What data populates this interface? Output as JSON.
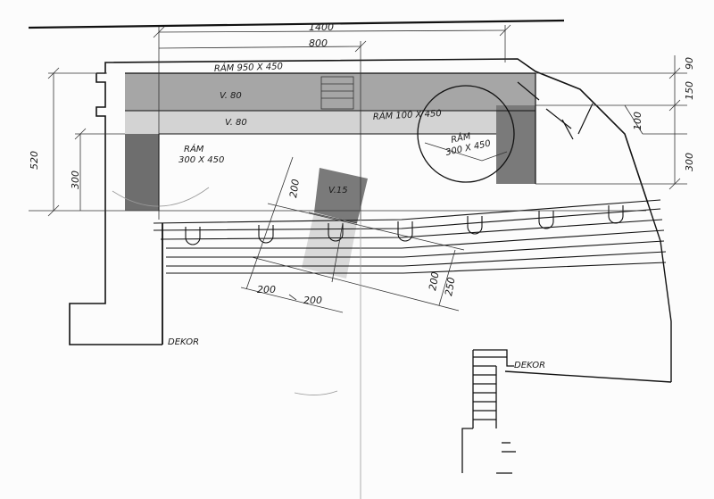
{
  "drawing": {
    "dimensions": {
      "top_total": "1400",
      "top_inner": "800",
      "left_height": "520",
      "left_inner": "300",
      "right_a": "90",
      "right_b": "150",
      "right_c": "300",
      "right_inner": "100",
      "stair_a": "200",
      "stair_b": "200",
      "stair_c": "200",
      "stair_d": "200",
      "stair_e": "250"
    },
    "labels": {
      "ramp_top": "RÁM 950 X 450",
      "level_80_a": "V. 80",
      "level_80_b": "V. 80",
      "ramp_mid": "RÁM 100 X 450",
      "ramp_left": "RÁM",
      "ramp_left_size": "300 X 450",
      "ramp_circle": "RÁM",
      "ramp_circle_size": "300 X 450",
      "level_15": "V.15",
      "door_left": "DEKOR",
      "door_right": "DEKOR"
    },
    "colors": {
      "ink": "#111111",
      "shade_light": "#c8c8c8",
      "shade_mid": "#a6a6a6",
      "shade_dark": "#6e6e6e",
      "paper": "#fcfcfc"
    }
  }
}
